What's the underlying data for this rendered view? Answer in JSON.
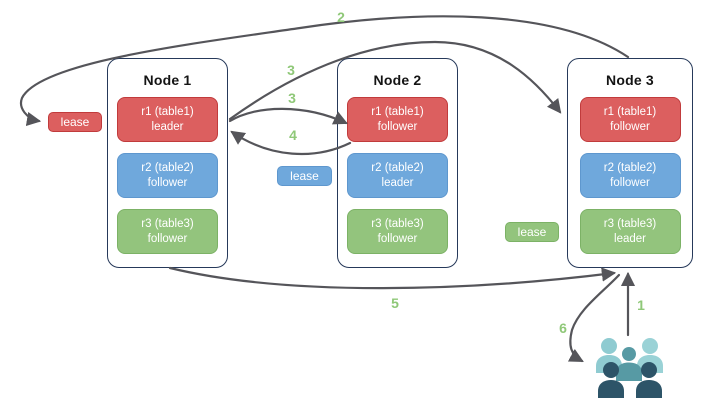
{
  "diagram": {
    "nodes": [
      {
        "title": "Node 1",
        "replicas": [
          {
            "range": "r1 (table1)",
            "role": "leader",
            "color": "red"
          },
          {
            "range": "r2 (table2)",
            "role": "follower",
            "color": "blue"
          },
          {
            "range": "r3 (table3)",
            "role": "follower",
            "color": "green"
          }
        ]
      },
      {
        "title": "Node 2",
        "replicas": [
          {
            "range": "r1 (table1)",
            "role": "follower",
            "color": "red"
          },
          {
            "range": "r2 (table2)",
            "role": "leader",
            "color": "blue"
          },
          {
            "range": "r3 (table3)",
            "role": "follower",
            "color": "green"
          }
        ]
      },
      {
        "title": "Node 3",
        "replicas": [
          {
            "range": "r1 (table1)",
            "role": "follower",
            "color": "red"
          },
          {
            "range": "r2 (table2)",
            "role": "follower",
            "color": "blue"
          },
          {
            "range": "r3 (table3)",
            "role": "leader",
            "color": "green"
          }
        ]
      }
    ],
    "leases": [
      {
        "label": "lease",
        "color": "red"
      },
      {
        "label": "lease",
        "color": "blue"
      },
      {
        "label": "lease",
        "color": "green"
      }
    ],
    "steps": {
      "s1": "1",
      "s2": "2",
      "s3a": "3",
      "s3b": "3",
      "s4": "4",
      "s5": "5",
      "s6": "6"
    },
    "icons": {
      "users": "users-group-icon"
    },
    "colors": {
      "replica_red": "#DC5F5F",
      "replica_red_border": "#C13B3C",
      "replica_blue": "#6FA8DC",
      "replica_blue_border": "#5E97CE",
      "replica_green": "#93C47D",
      "replica_green_border": "#7CB266",
      "node_border": "#26395A",
      "arrow": "#55555A",
      "step_label": "#8FC878",
      "user_light": "#8FCBD1",
      "user_medium": "#579AA4",
      "user_dark": "#2D5468"
    }
  }
}
